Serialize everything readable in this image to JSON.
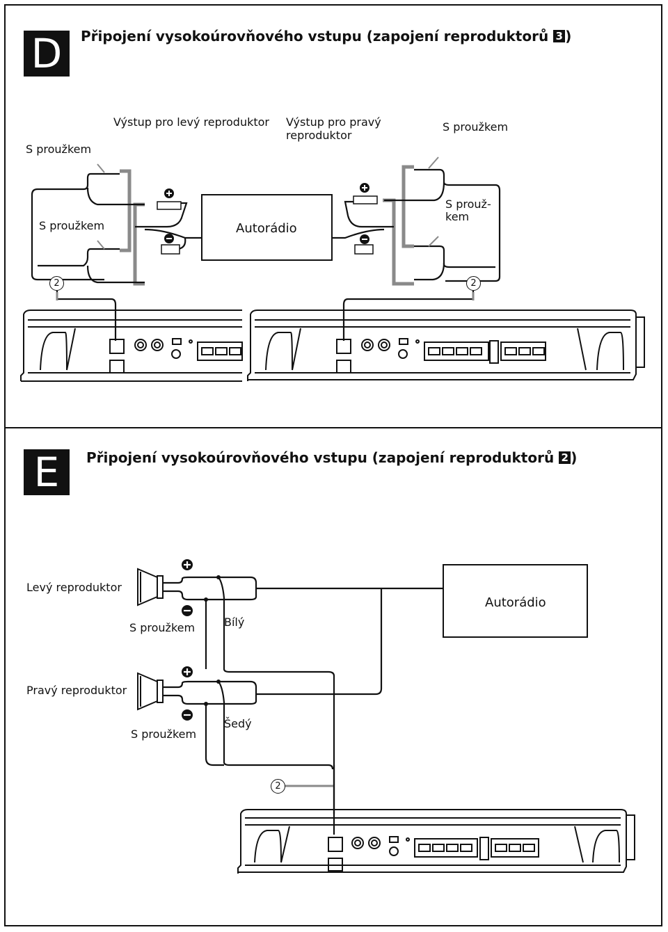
{
  "section_d": {
    "badge": "D",
    "title": "Připojení vysokoúrovňového vstupu (zapojení reproduktorů",
    "title_number": "3",
    "title_end": ")",
    "labels": {
      "left_output": "Výstup pro levý reproduktor",
      "right_output_line1": "Výstup pro pravý",
      "right_output_line2": "reproduktor",
      "striped_top_left": "S proužkem",
      "striped_top_right": "S proužkem",
      "striped_mid_left": "S proužkem",
      "striped_mid_right_line1": "S prouž-",
      "striped_mid_right_line2": "kem",
      "head_unit": "Autorádio",
      "callout_left": "2",
      "callout_right": "2"
    }
  },
  "section_e": {
    "badge": "E",
    "title": "Připojení vysokoúrovňového vstupu (zapojení reproduktorů",
    "title_number": "2",
    "title_end": ")",
    "labels": {
      "left_speaker": "Levý reproduktor",
      "right_speaker": "Pravý reproduktor",
      "striped_left": "S proužkem",
      "striped_right": "S proužkem",
      "white": "Bílý",
      "grey": "Šedý",
      "head_unit": "Autorádio",
      "callout": "2"
    }
  },
  "colors": {
    "line": "#111111",
    "grey_wire": "#8a8a8a"
  }
}
